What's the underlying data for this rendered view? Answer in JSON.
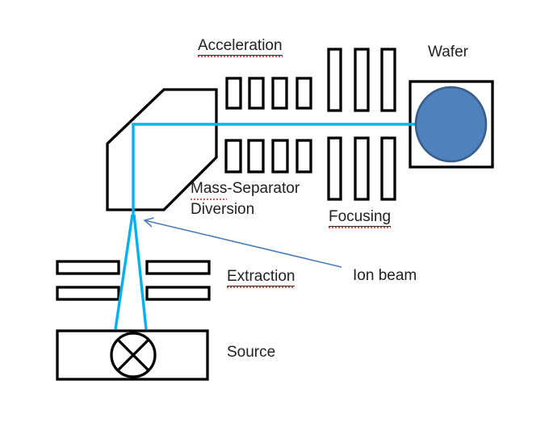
{
  "labels": {
    "acceleration": "Acceleration",
    "wafer": "Wafer",
    "mass_separator_flagged": "Mass",
    "mass_separator_rest": "-Separator",
    "diversion": "Diversion",
    "focusing": "Focusing",
    "extraction": "Extraction",
    "ion_beam": "Ion beam",
    "source": "Source"
  },
  "colors": {
    "beam": "#00B0F0",
    "wafer_fill": "#4F81BD",
    "wafer_border": "#385D8A",
    "arrow": "#4A7EBB",
    "outline": "#000000",
    "spellcheck": "#E0524D"
  }
}
